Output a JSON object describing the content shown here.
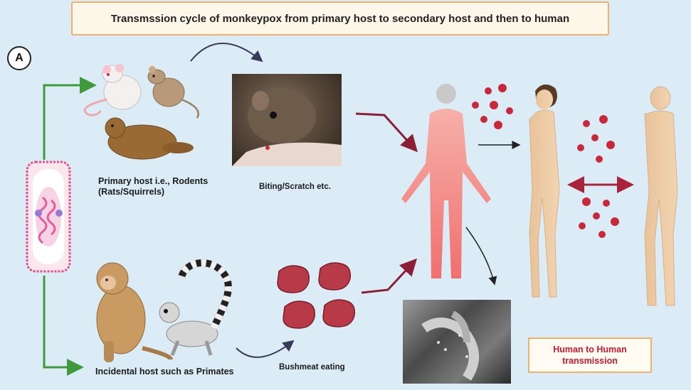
{
  "title": "Transmssion cycle of monkeypox from primary host to secondary host and then to human",
  "panel_letter": "A",
  "primary_host_label": "Primary host i.e., Rodents\n(Rats/Squirrels)",
  "primary_host_line1": "Primary host i.e., Rodents",
  "primary_host_line2": "(Rats/Squirrels)",
  "biting_label": "Biting/Scratch etc.",
  "incidental_host_label": "Incidental host such as Primates",
  "bushmeat_label": "Bushmeat eating",
  "human_to_human_line1": "Human to Human",
  "human_to_human_line2": "transmission",
  "colors": {
    "background": "#dcecf6",
    "arrow_green": "#3e9a3a",
    "arrow_maroon": "#8a1f36",
    "virus": "#c8283c",
    "accent_red": "#d0182c"
  }
}
